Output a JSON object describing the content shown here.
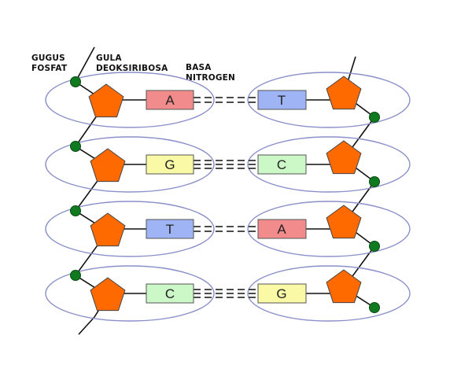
{
  "labels": {
    "phosphate": [
      "GUGUS",
      "FOSFAT"
    ],
    "sugar": [
      "GULA",
      "DEOKSIRIBOSA"
    ],
    "base": [
      "BASA",
      "NITROGEN"
    ]
  },
  "pairs": [
    {
      "left": "A",
      "right": "T"
    },
    {
      "left": "G",
      "right": "C"
    },
    {
      "left": "T",
      "right": "A"
    },
    {
      "left": "C",
      "right": "G"
    }
  ],
  "colors": {
    "A": "#f28b8b",
    "T": "#9fb4f5",
    "G": "#fafaa6",
    "C": "#ccf7c6",
    "sugar": "#ff6a00",
    "phosphate": "#0f7a1f",
    "ellipse": "#8a8fc9"
  }
}
